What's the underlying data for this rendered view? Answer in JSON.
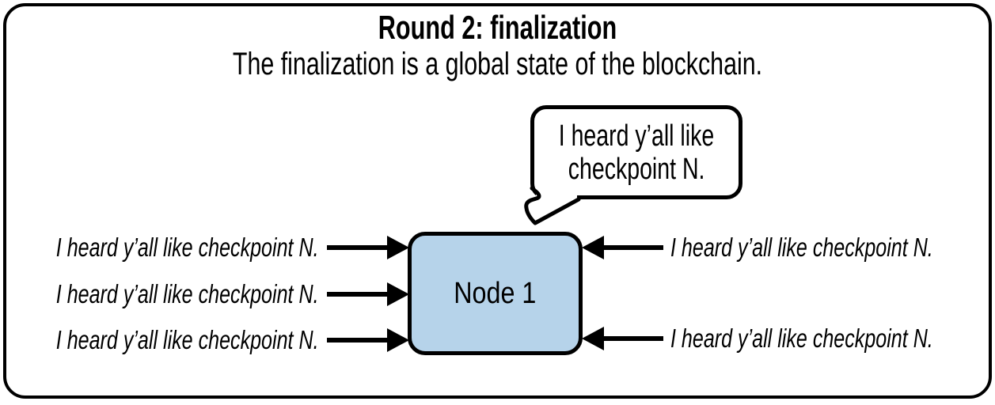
{
  "figure": {
    "title": "Round 2: finalization",
    "subtitle": "The finalization is a global state of the blockchain."
  },
  "speech_bubble": {
    "line1": "I heard y’all like",
    "line2": "checkpoint N."
  },
  "node": {
    "label": "Node 1"
  },
  "incoming_messages_left": [
    "I heard y’all like checkpoint N.",
    "I heard y’all like checkpoint N.",
    "I heard y’all like checkpoint N."
  ],
  "incoming_messages_right": [
    "I heard y’all like checkpoint N.",
    "I heard y’all like checkpoint N."
  ],
  "colors": {
    "node_fill": "#B6D3EA",
    "stroke": "#000000",
    "background": "#FFFFFF"
  }
}
